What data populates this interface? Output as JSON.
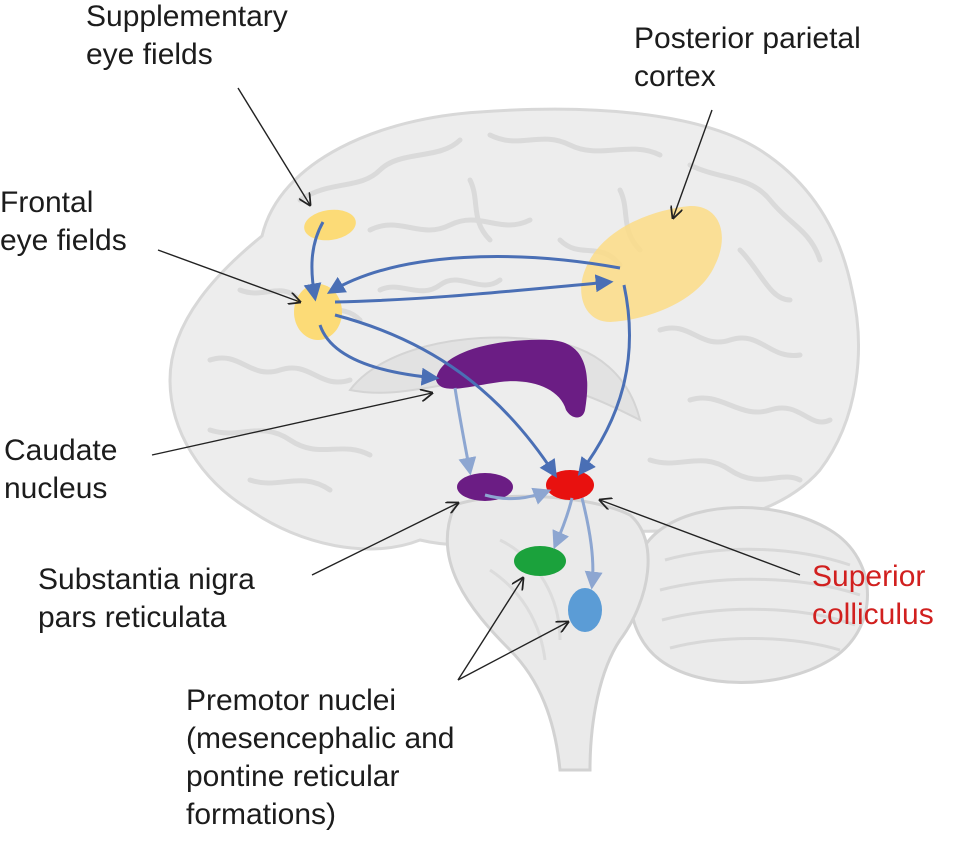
{
  "colors": {
    "eye_fields": "#FCDB77",
    "parietal": "#FCDC86",
    "caudate": "#6B1D84",
    "substantia_nigra": "#6B1D84",
    "superior_colliculus": "#E8110F",
    "premotor_mesencephalic": "#1BA23C",
    "premotor_pontine": "#5B9CD6",
    "projection_arrow": "#4A6FB5",
    "pointer_line": "#222222",
    "brain_fill": "#EDEDED",
    "brain_stroke": "#D6D6D6",
    "highlight_label": "#D1201F"
  },
  "labels": {
    "supplementary": [
      "Supplementary",
      "eye fields"
    ],
    "posterior_parietal": [
      "Posterior parietal",
      "cortex"
    ],
    "frontal": [
      "Frontal",
      "eye fields"
    ],
    "caudate": [
      "Caudate",
      "nucleus"
    ],
    "substantia": [
      "Substantia nigra",
      "pars reticulata"
    ],
    "superior": [
      "Superior",
      "colliculus"
    ],
    "premotor": [
      "Premotor nuclei",
      "(mesencephalic and",
      "pontine reticular",
      "formations)"
    ]
  }
}
